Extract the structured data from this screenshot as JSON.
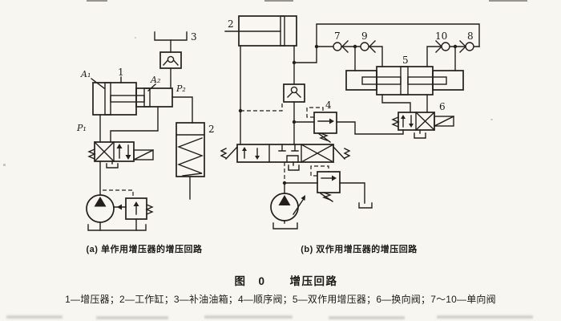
{
  "colors": {
    "ink": "#221f1c",
    "paper": "#f7f6f1"
  },
  "figure": {
    "title": "图　0　　增压回路",
    "legend": "1—增压器；2—工作缸；3—补油油箱；4—顺序阀；5—双作用增压器；6—换向阀；7～10—单向阀",
    "circuit_a": {
      "caption": "(a) 单作用增压器的增压回路",
      "labels": {
        "booster_num": "1",
        "area_a1": "A₁",
        "area_a2": "A₂",
        "port_p1": "P₁",
        "port_p2": "P₂",
        "cylinder_num": "2",
        "tank_num": "3"
      }
    },
    "circuit_b": {
      "caption": "(b) 双作用增压器的增压回路",
      "labels": {
        "cylinder_num": "2",
        "sequence_valve_num": "4",
        "booster_num": "5",
        "directional_valve_num": "6",
        "check_valve_7": "7",
        "check_valve_8": "8",
        "check_valve_9": "9",
        "check_valve_10": "10"
      }
    }
  }
}
